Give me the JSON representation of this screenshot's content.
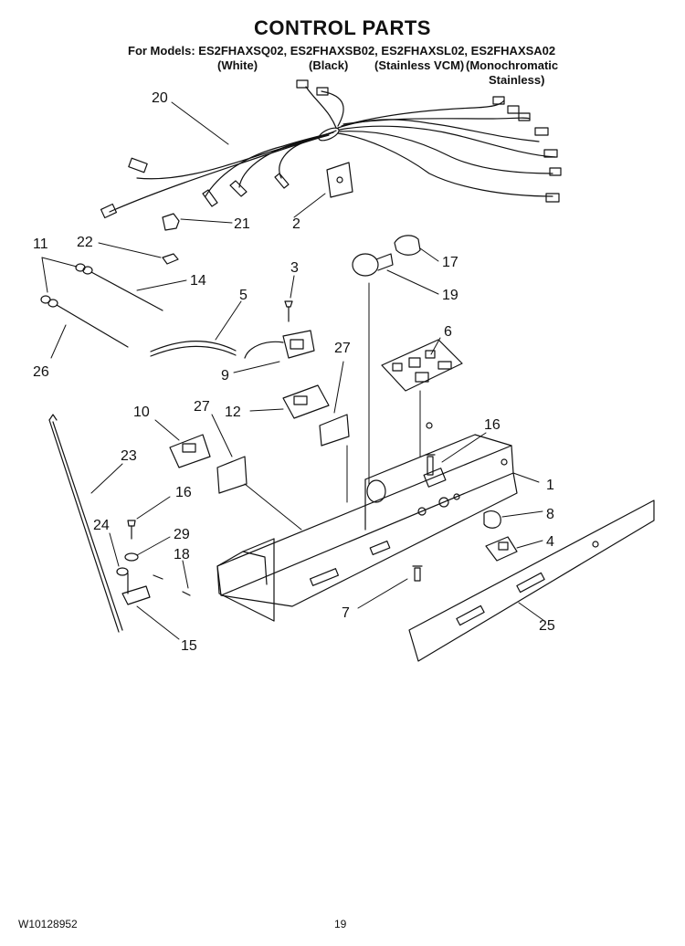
{
  "header": {
    "title": "CONTROL PARTS",
    "models_line": "For Models: ES2FHAXSQ02, ES2FHAXSB02, ES2FHAXSL02, ES2FHAXSA02",
    "variants": [
      "(White)",
      "(Black)",
      "(Stainless VCM)",
      "(Monochromatic",
      "Stainless)"
    ]
  },
  "callouts": [
    "20",
    "2",
    "21",
    "22",
    "11",
    "14",
    "26",
    "5",
    "3",
    "17",
    "19",
    "9",
    "27",
    "6",
    "10",
    "12",
    "27",
    "16",
    "23",
    "1",
    "16",
    "8",
    "24",
    "29",
    "4",
    "18",
    "7",
    "15",
    "25"
  ],
  "footer": {
    "doc_number": "W10128952",
    "page_number": "19"
  }
}
